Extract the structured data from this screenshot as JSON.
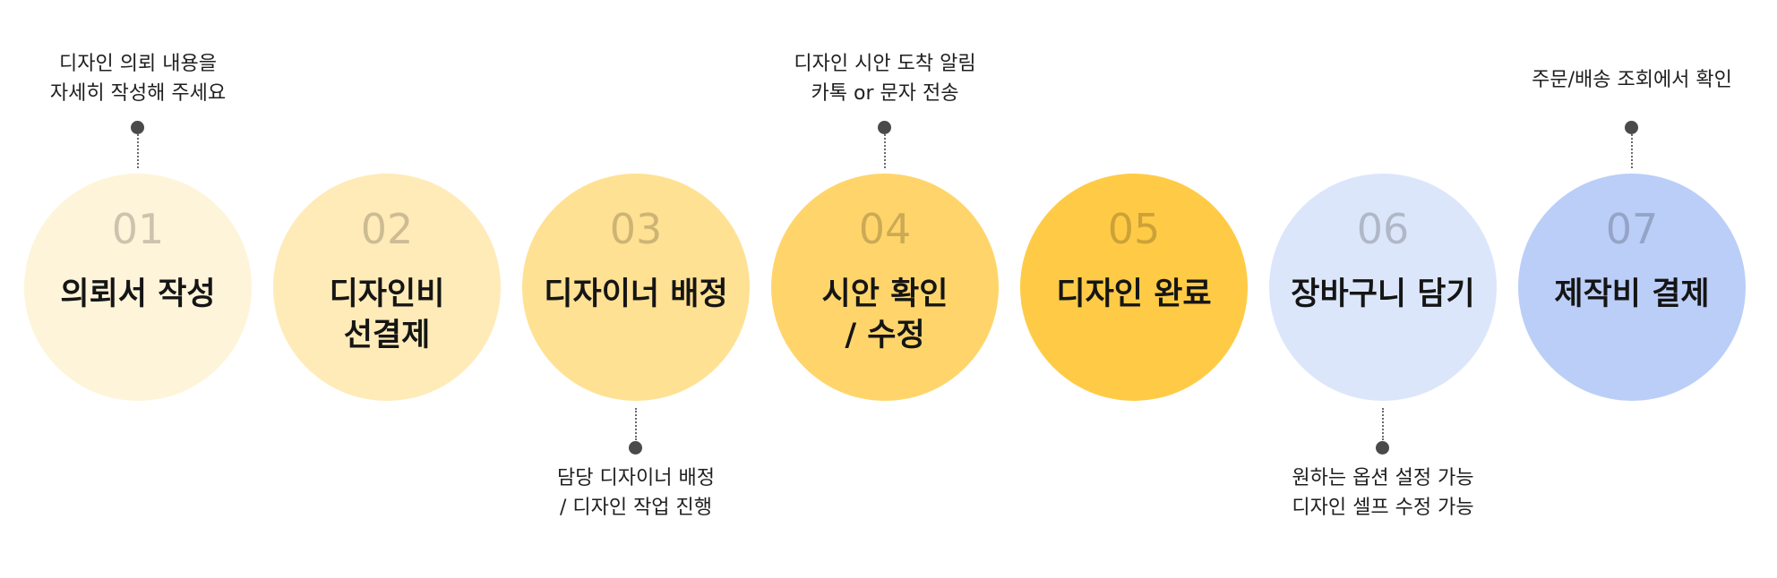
{
  "colors": {
    "step_01": "#FEF4D9",
    "step_02": "#FFEBB8",
    "step_03": "#FFE193",
    "step_04": "#FFD56B",
    "step_05": "#FFCB46",
    "step_06": "#DCE6FB",
    "step_07": "#BBCEF8",
    "dot": "#4a4a4a",
    "title": "#151515"
  },
  "steps": [
    {
      "number": "01",
      "title": [
        "의뢰서 작성"
      ],
      "note_position": "top",
      "note": [
        "디자인 의뢰 내용을",
        "자세히 작성해 주세요"
      ]
    },
    {
      "number": "02",
      "title": [
        "디자인비",
        "선결제"
      ],
      "note_position": "none",
      "note": []
    },
    {
      "number": "03",
      "title": [
        "디자이너 배정"
      ],
      "note_position": "bottom",
      "note": [
        "담당 디자이너 배정",
        "/ 디자인 작업 진행"
      ]
    },
    {
      "number": "04",
      "title": [
        "시안 확인",
        "/ 수정"
      ],
      "note_position": "top",
      "note": [
        "디자인 시안 도착 알림",
        "카톡 or 문자 전송"
      ]
    },
    {
      "number": "05",
      "title": [
        "디자인 완료"
      ],
      "note_position": "none",
      "note": []
    },
    {
      "number": "06",
      "title": [
        "장바구니 담기"
      ],
      "note_position": "bottom",
      "note": [
        "원하는 옵션 설정 가능",
        "디자인 셀프 수정 가능"
      ]
    },
    {
      "number": "07",
      "title": [
        "제작비 결제"
      ],
      "note_position": "top",
      "note": [
        "주문/배송 조회에서 확인"
      ]
    }
  ]
}
